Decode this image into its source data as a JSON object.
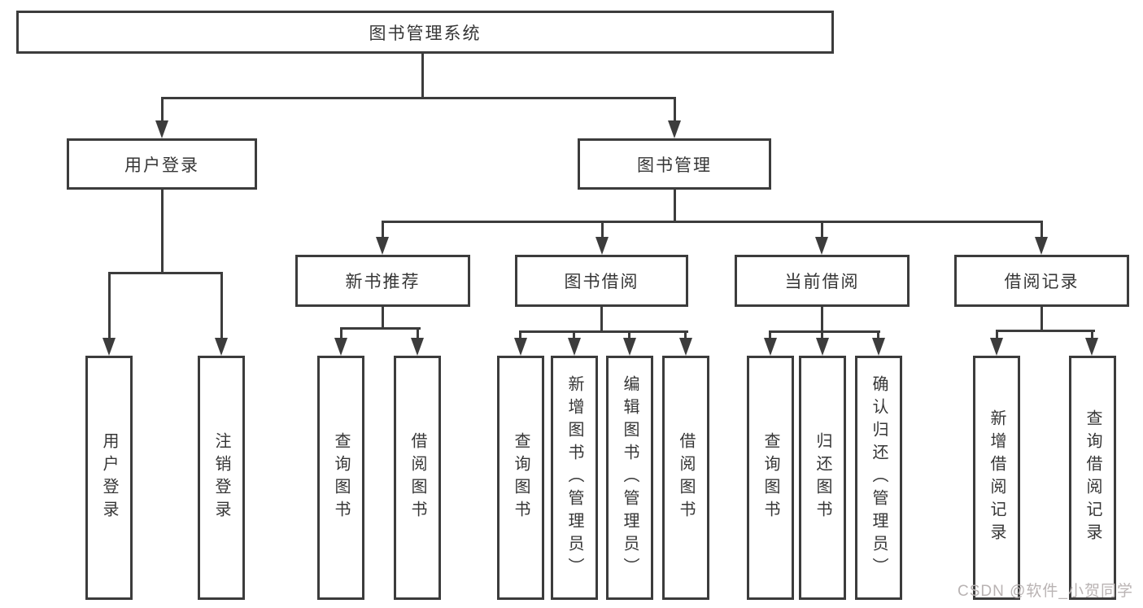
{
  "diagram": {
    "root": {
      "label": "图书管理系统"
    },
    "level2": [
      {
        "label": "用户登录"
      },
      {
        "label": "图书管理"
      }
    ],
    "level3": [
      {
        "label": "新书推荐"
      },
      {
        "label": "图书借阅"
      },
      {
        "label": "当前借阅"
      },
      {
        "label": "借阅记录"
      }
    ],
    "leaves": {
      "user_login": [
        {
          "label": "用户登录"
        },
        {
          "label": "注销登录"
        }
      ],
      "new_book": [
        {
          "label": "查询图书"
        },
        {
          "label": "借阅图书"
        }
      ],
      "book_borrow": [
        {
          "label": "查询图书"
        },
        {
          "label": "新增图书（管理员）"
        },
        {
          "label": "编辑图书（管理员）"
        },
        {
          "label": "借阅图书"
        }
      ],
      "current_borrow": [
        {
          "label": "查询图书"
        },
        {
          "label": "归还图书"
        },
        {
          "label": "确认归还（管理员）"
        }
      ],
      "borrow_record": [
        {
          "label": "新增借阅记录"
        },
        {
          "label": "查询借阅记录"
        }
      ]
    }
  },
  "watermark": "CSDN @软件_小贺同学",
  "colors": {
    "line": "#3c3c3c",
    "text": "#363636",
    "background": "#ffffff",
    "watermark": "#b9b3b3"
  }
}
